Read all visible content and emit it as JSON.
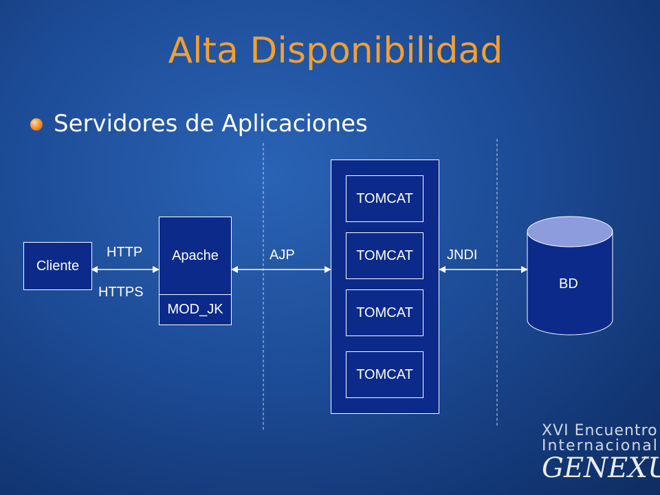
{
  "title": "Alta Disponibilidad",
  "bullet": "Servidores de Aplicaciones",
  "diagram": {
    "cliente": "Cliente",
    "protocol_top": "HTTP",
    "protocol_bottom": "HTTPS",
    "apache": "Apache",
    "mod_jk": "MOD_JK",
    "ajp": "AJP",
    "tomcats": [
      "TOMCAT",
      "TOMCAT",
      "TOMCAT",
      "TOMCAT"
    ],
    "jndi": "JNDI",
    "database": "BD"
  },
  "logo": {
    "line1": "XVI Encuentro",
    "line2": "Internacional",
    "brand": "GENEXUS",
    "tm": "™"
  },
  "colors": {
    "title": "#f0a033",
    "box_fill": "#0c2a8a",
    "db_top": "#8d9cdc"
  }
}
